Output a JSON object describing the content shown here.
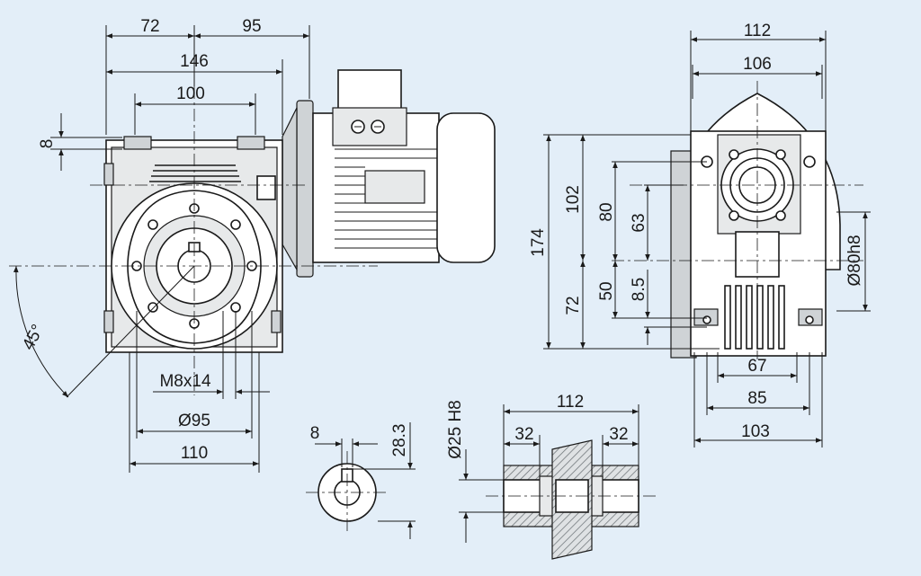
{
  "front_view": {
    "dim_72": "72",
    "dim_95": "95",
    "dim_146": "146",
    "dim_100": "100",
    "dim_8": "8",
    "dim_45deg": "45°",
    "dim_m8x14": "M8x14",
    "dim_95_dia": "Ø95",
    "dim_110": "110"
  },
  "side_view": {
    "dim_112": "112",
    "dim_106": "106",
    "dim_174": "174",
    "dim_102": "102",
    "dim_80": "80",
    "dim_63": "63",
    "dim_72": "72",
    "dim_50": "50",
    "dim_8_5": "8.5",
    "dim_80h8": "Ø80h8",
    "dim_67": "67",
    "dim_85": "85",
    "dim_103": "103"
  },
  "shaft_section": {
    "dim_8": "8",
    "dim_28_3": "28.3"
  },
  "hollow_shaft": {
    "dim_25h8": "Ø25 H8",
    "dim_112": "112",
    "dim_32_left": "32",
    "dim_32_right": "32"
  },
  "colors": {
    "background": "#e3eef8",
    "line": "#1a1a1a",
    "body_fill": "#ffffff",
    "grey_fill": "#cfd3d6"
  }
}
